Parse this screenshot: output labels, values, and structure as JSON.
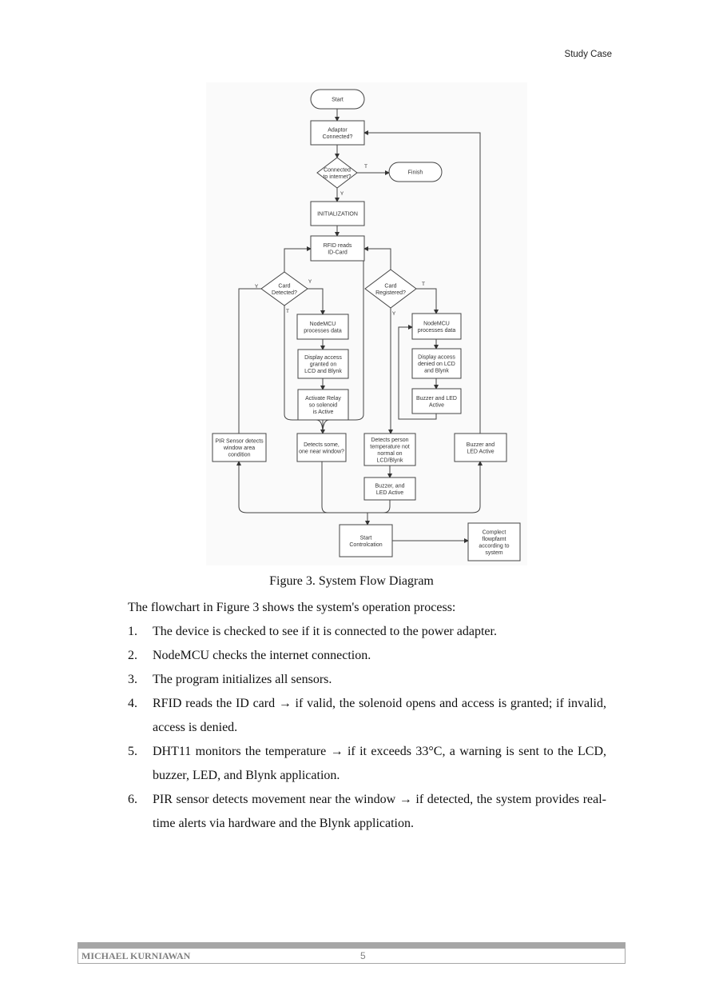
{
  "header": {
    "running_title": "Study Case"
  },
  "figure": {
    "caption": "Figure 3. System Flow Diagram",
    "nodes": {
      "start": "Start",
      "adaptor": [
        "Adaptor",
        "Connected?"
      ],
      "internet": [
        "Connected",
        "to internet?"
      ],
      "finish": "Finish",
      "init": "INITIALIZATION",
      "rfid": [
        "RFID reads",
        "ID-Card"
      ],
      "card_detected": [
        "Card",
        "Detected?"
      ],
      "card_registered": [
        "Card",
        "Registered?"
      ],
      "nodemcu_left": [
        "NodeMCU",
        "processes data"
      ],
      "display_granted": [
        "Display access",
        "granted on",
        "LCD and Blynk"
      ],
      "relay": [
        "Activate Relay",
        "so solenoid",
        "is Active"
      ],
      "nodemcu_right": [
        "NodeMCU",
        "processes data"
      ],
      "display_denied": [
        "Display access",
        "denied on LCD",
        "and Blynk"
      ],
      "buzzer_right": [
        "Buzzer and LED",
        "Active"
      ],
      "pir": [
        "PIR Sensor detects",
        "window area",
        "condition"
      ],
      "detects": [
        "Detects some,",
        "one near window?"
      ],
      "temperature": [
        "Detects person",
        "temperature not",
        "normal on",
        "LCD/Blynk"
      ],
      "buzzer_far_right": [
        "Buzzer and",
        "LED Active"
      ],
      "buzzer_temp": [
        "Buzzer, and",
        "LED Active"
      ],
      "start_control": [
        "Start",
        "Controlcation"
      ],
      "complete": [
        "Complect",
        "flowpfamt",
        "according to",
        "system"
      ]
    },
    "edge_labels": {
      "t": "T",
      "y": "Y"
    }
  },
  "body": {
    "intro": "The flowchart in Figure 3 shows the system's operation process:",
    "steps": [
      {
        "num": "1.",
        "text": "The device is checked to see if it is connected to the power adapter."
      },
      {
        "num": "2.",
        "text": "NodeMCU checks the internet connection."
      },
      {
        "num": "3.",
        "text": "The program initializes all sensors."
      },
      {
        "num": "4.",
        "text": "RFID reads the ID card → if valid, the solenoid opens and access is granted; if invalid, access is denied."
      },
      {
        "num": "5.",
        "text": "DHT11 monitors the temperature → if it exceeds 33°C, a warning is sent to the LCD, buzzer, LED, and Blynk application."
      },
      {
        "num": "6.",
        "text": "PIR sensor detects movement near the window → if detected, the system provides real-time alerts via hardware and the Blynk application."
      }
    ]
  },
  "footer": {
    "author": "MICHAEL KURNIAWAN",
    "page": "5",
    "bar_color": "#a6a6a6"
  }
}
